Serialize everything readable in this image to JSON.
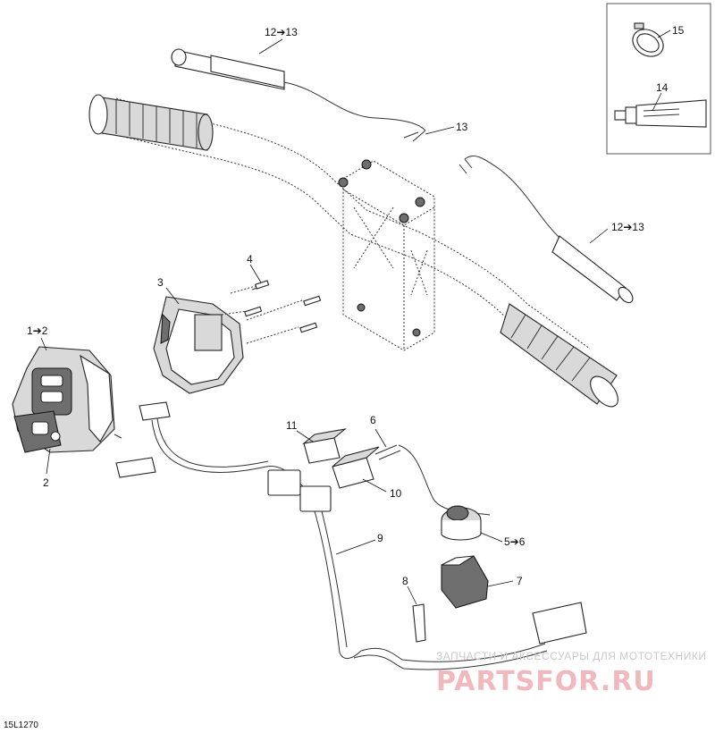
{
  "figure_code": "15L1270",
  "callouts": {
    "c_12_13_top": "12➔13",
    "c_13": "13",
    "c_15": "15",
    "c_14": "14",
    "c_12_13_right": "12➔13",
    "c_4": "4",
    "c_3": "3",
    "c_1_2": "1➔2",
    "c_2": "2",
    "c_11": "11",
    "c_6": "6",
    "c_10": "10",
    "c_9": "9",
    "c_5_6": "5➔6",
    "c_7": "7",
    "c_8": "8"
  },
  "watermark": {
    "caption": "ЗАПЧАСТИ И АКСЕССУАРЫ ДЛЯ МОТОТЕХНИКИ",
    "logo": "PARTSFOR.RU"
  }
}
